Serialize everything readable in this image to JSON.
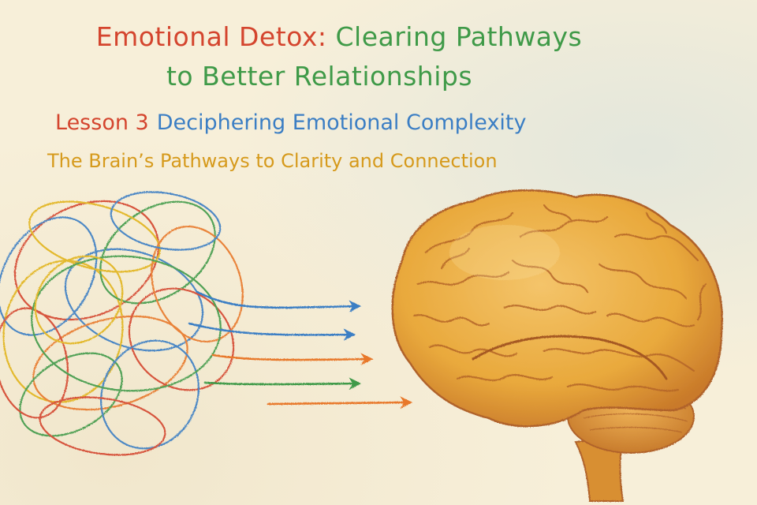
{
  "title": {
    "part1": "Emotional Detox:",
    "part2": "Clearing Pathways",
    "part3": "to Better Relationships"
  },
  "lesson": {
    "number": "Lesson 3",
    "name": "Deciphering Emotional Complexity"
  },
  "tagline": "The Brain’s Pathways to Clarity and Connection",
  "illustration": {
    "left": "tangled-loops",
    "middle": "straight-arrows",
    "right": "brain",
    "colors": {
      "red": "#d4452e",
      "green": "#3f9a48",
      "blue": "#3b7ec4",
      "orange": "#e8782a",
      "yellow": "#e2b41c",
      "brain": "#e9a93c",
      "brain_outline": "#b0622a"
    }
  }
}
